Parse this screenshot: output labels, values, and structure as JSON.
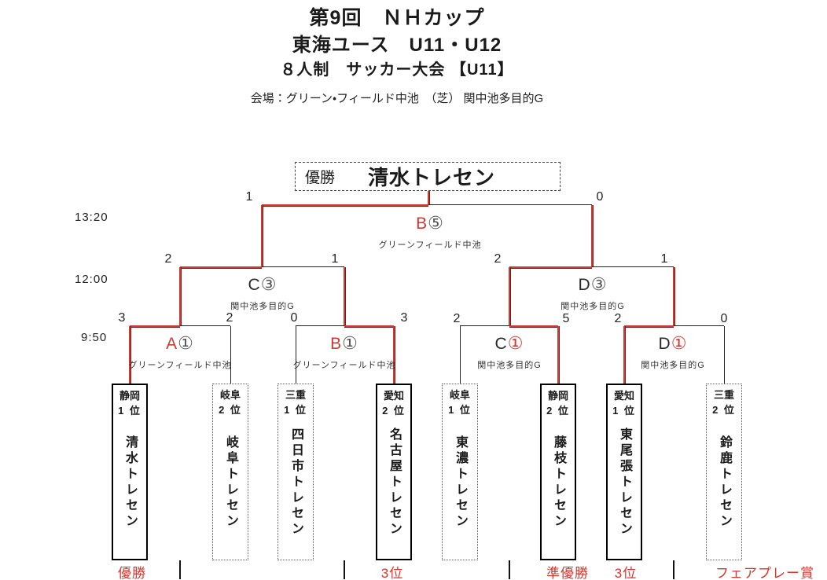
{
  "header": {
    "title1": "第9回　ＮＨカップ",
    "title2": "東海ユース　U11・U12",
    "title3": "８人制　サッカー大会 【U11】",
    "venue_line": "会場：グリーン・フィールド中池　（芝） 関中池多目的G"
  },
  "champion": {
    "label": "優勝",
    "team": "清水トレセン"
  },
  "times": {
    "final": "13:20",
    "semifinal": "12:00",
    "quarterfinal": "9:50"
  },
  "colors": {
    "accent_red": "#cc3b33",
    "line_black": "#222222"
  },
  "matches": {
    "final": {
      "letter": "B",
      "letter_color": "red",
      "number": "⑤",
      "number_color": "black",
      "venue": "グリーンフィールド中池",
      "score_left": "1",
      "score_right": "0"
    },
    "semis": [
      {
        "letter": "C",
        "letter_color": "black",
        "number": "③",
        "number_color": "black",
        "venue": "関中池多目的G",
        "score_left": "2",
        "score_right": "1"
      },
      {
        "letter": "D",
        "letter_color": "black",
        "number": "③",
        "number_color": "black",
        "venue": "関中池多目的G",
        "score_left": "2",
        "score_right": "1"
      }
    ],
    "quarters": [
      {
        "letter": "A",
        "letter_color": "red",
        "number": "①",
        "number_color": "black",
        "venue": "グリーンフィールド中池",
        "score_left": "3",
        "score_right": "2"
      },
      {
        "letter": "B",
        "letter_color": "red",
        "number": "①",
        "number_color": "black",
        "venue": "グリーンフィールド中池",
        "score_left": "0",
        "score_right": "3"
      },
      {
        "letter": "C",
        "letter_color": "black",
        "number": "①",
        "number_color": "red",
        "venue": "関中池多目的G",
        "score_left": "2",
        "score_right": "5"
      },
      {
        "letter": "D",
        "letter_color": "black",
        "number": "①",
        "number_color": "red",
        "venue": "関中池多目的G",
        "score_left": "2",
        "score_right": "0"
      }
    ]
  },
  "teams": [
    {
      "pref": "静岡",
      "rank": "1 位",
      "name": "清水トレセン"
    },
    {
      "pref": "岐阜",
      "rank": "2 位",
      "name": "岐阜トレセン"
    },
    {
      "pref": "三重",
      "rank": "1 位",
      "name": "四日市トレセン"
    },
    {
      "pref": "愛知",
      "rank": "2 位",
      "name": "名古屋トレセン"
    },
    {
      "pref": "岐阜",
      "rank": "1 位",
      "name": "東濃トレセン"
    },
    {
      "pref": "静岡",
      "rank": "2 位",
      "name": "藤枝トレセン"
    },
    {
      "pref": "愛知",
      "rank": "1 位",
      "name": "東尾張トレセン"
    },
    {
      "pref": "三重",
      "rank": "2 位",
      "name": "鈴鹿トレセン"
    }
  ],
  "awards": {
    "champion": "優勝",
    "runner_up": "準優勝",
    "third": "3位",
    "fair_play": "フェアプレー賞"
  }
}
